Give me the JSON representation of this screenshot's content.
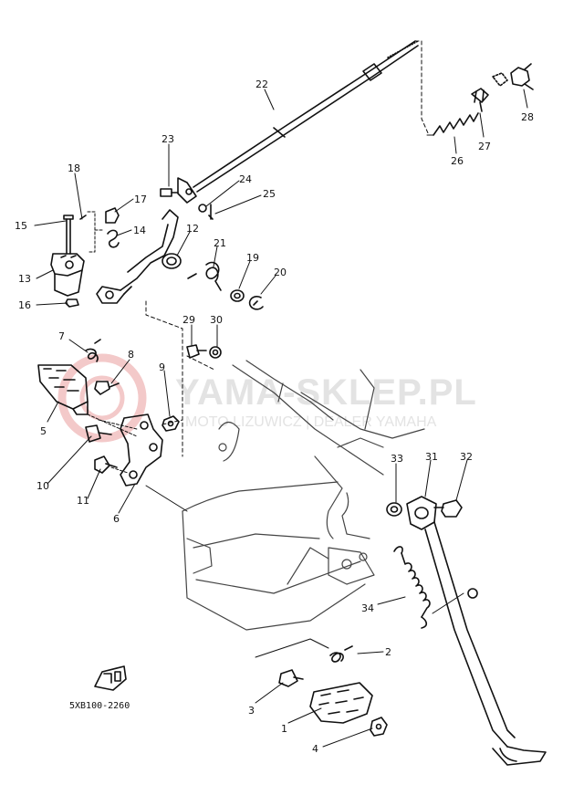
{
  "diagram": {
    "part_code": "5XB100-2260",
    "watermark": {
      "title": "YAMA-SKLEP.PL",
      "subtitle": "MOTO LIZUWICZ | DEALER YAMAHA",
      "color": "#e3e3e3",
      "logo_color": "#f3c9c9"
    },
    "callouts": [
      {
        "id": "c22",
        "text": "22"
      },
      {
        "id": "c28",
        "text": "28"
      },
      {
        "id": "c27",
        "text": "27"
      },
      {
        "id": "c26",
        "text": "26"
      },
      {
        "id": "c23",
        "text": "23"
      },
      {
        "id": "c24",
        "text": "24"
      },
      {
        "id": "c25",
        "text": "25"
      },
      {
        "id": "c18",
        "text": "18"
      },
      {
        "id": "c17",
        "text": "17"
      },
      {
        "id": "c15",
        "text": "15"
      },
      {
        "id": "c14",
        "text": "14"
      },
      {
        "id": "c12",
        "text": "12"
      },
      {
        "id": "c21",
        "text": "21"
      },
      {
        "id": "c19",
        "text": "19"
      },
      {
        "id": "c20",
        "text": "20"
      },
      {
        "id": "c13",
        "text": "13"
      },
      {
        "id": "c16",
        "text": "16"
      },
      {
        "id": "c29",
        "text": "29"
      },
      {
        "id": "c30",
        "text": "30"
      },
      {
        "id": "c7",
        "text": "7"
      },
      {
        "id": "c8",
        "text": "8"
      },
      {
        "id": "c9",
        "text": "9"
      },
      {
        "id": "c5",
        "text": "5"
      },
      {
        "id": "c10",
        "text": "10"
      },
      {
        "id": "c11",
        "text": "11"
      },
      {
        "id": "c6",
        "text": "6"
      },
      {
        "id": "c33",
        "text": "33"
      },
      {
        "id": "c31",
        "text": "31"
      },
      {
        "id": "c32",
        "text": "32"
      },
      {
        "id": "c34",
        "text": "34"
      },
      {
        "id": "c2",
        "text": "2"
      },
      {
        "id": "c3",
        "text": "3"
      },
      {
        "id": "c1",
        "text": "1"
      },
      {
        "id": "c4",
        "text": "4"
      }
    ]
  }
}
